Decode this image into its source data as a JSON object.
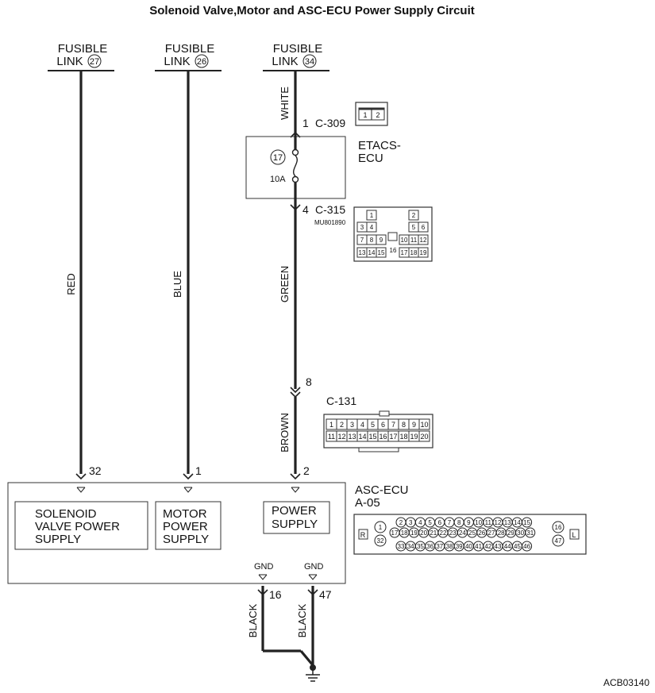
{
  "title": "Solenoid Valve,Motor and ASC-ECU Power Supply Circuit",
  "diagram_id": "ACB03140",
  "fusible_links": [
    {
      "label": "FUSIBLE",
      "sub": "LINK",
      "number": "27"
    },
    {
      "label": "FUSIBLE",
      "sub": "LINK",
      "number": "26"
    },
    {
      "label": "FUSIBLE",
      "sub": "LINK",
      "number": "34"
    }
  ],
  "wires": {
    "red": "RED",
    "blue": "BLUE",
    "white": "WHITE",
    "green": "GREEN",
    "brown": "BROWN",
    "black_left": "BLACK",
    "black_right": "BLACK"
  },
  "connectors": {
    "c309": {
      "pin": "1",
      "name": "C-309",
      "cells": [
        "1",
        "2"
      ]
    },
    "c315": {
      "pin": "4",
      "name": "C-315",
      "part_no": "MU801890",
      "cells": [
        "1",
        "2",
        "3",
        "4",
        "5",
        "6",
        "7",
        "8",
        "9",
        "10",
        "11",
        "12",
        "16",
        "13",
        "14",
        "15",
        "17",
        "18",
        "19"
      ]
    },
    "c131": {
      "pin": "8",
      "name": "C-131",
      "row1": [
        "1",
        "2",
        "3",
        "4",
        "5",
        "6",
        "7",
        "8",
        "9",
        "10"
      ],
      "row2": [
        "11",
        "12",
        "13",
        "14",
        "15",
        "16",
        "17",
        "18",
        "19",
        "20"
      ]
    },
    "a05": {
      "row1": [
        "2",
        "3",
        "4",
        "5",
        "6",
        "7",
        "8",
        "9",
        "10",
        "11",
        "12",
        "13",
        "14",
        "15"
      ],
      "row2": [
        "17",
        "18",
        "19",
        "20",
        "21",
        "22",
        "23",
        "24",
        "25",
        "26",
        "27",
        "28",
        "29",
        "30",
        "31"
      ],
      "row3": [
        "33",
        "34",
        "35",
        "36",
        "37",
        "38",
        "39",
        "40",
        "41",
        "42",
        "43",
        "44",
        "45",
        "46"
      ],
      "left_top": "1",
      "left_bottom": "32",
      "right_top": "16",
      "right_bottom": "47",
      "mark_left": "R",
      "mark_right": "L"
    }
  },
  "etacs": {
    "line1": "ETACS-",
    "line2": "ECU",
    "fuse_no": "17",
    "rating": "10A"
  },
  "asc_ecu": {
    "line1": "ASC-ECU",
    "line2": "A-05",
    "pin_red": "32",
    "pin_blue": "1",
    "pin_brown": "2",
    "gnd_left_label": "GND",
    "gnd_right_label": "GND",
    "gnd_left_pin": "16",
    "gnd_right_pin": "47",
    "blocks": {
      "solenoid": [
        "SOLENOID",
        "VALVE POWER",
        "SUPPLY"
      ],
      "motor": [
        "MOTOR",
        "POWER",
        "SUPPLY"
      ],
      "power": [
        "POWER",
        "SUPPLY"
      ]
    }
  }
}
